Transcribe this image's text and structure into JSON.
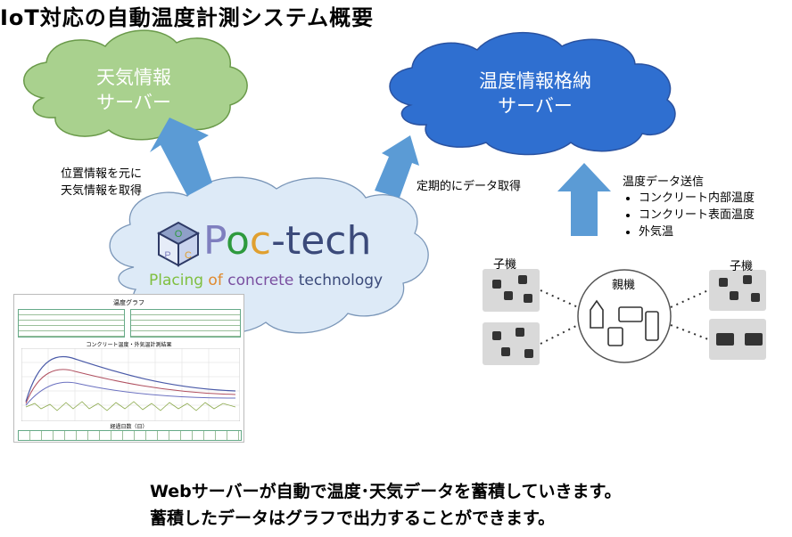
{
  "title": "IoT対応の自動温度計測システム概要",
  "weather_server": {
    "line1": "天気情報",
    "line2": "サーバー",
    "color": "#a9d18e"
  },
  "temp_server": {
    "line1": "温度情報格納",
    "line2": "サーバー",
    "color": "#2f6fd0"
  },
  "arrow_color": "#5b9bd5",
  "notes": {
    "weather_fetch_line1": "位置情報を元に",
    "weather_fetch_line2": "天気情報を取得",
    "periodic_fetch": "定期的にデータ取得",
    "send_title": "温度データ送信",
    "send_items": [
      "コンクリート内部温度",
      "コンクリート表面温度",
      "外気温"
    ]
  },
  "poc_tech": {
    "name_parts": [
      {
        "text": "P",
        "color": "#7f7fbf"
      },
      {
        "text": "o",
        "color": "#2e9a3e"
      },
      {
        "text": "c",
        "color": "#e0a030"
      },
      {
        "text": "-tech",
        "color": "#3b4a7a"
      }
    ],
    "tagline_parts": [
      {
        "text": "Placing",
        "color": "#7fbf3f"
      },
      {
        "text": " of ",
        "color": "#e08a2e"
      },
      {
        "text": "concrete",
        "color": "#7a4fa0"
      },
      {
        "text": " technology",
        "color": "#3b4a7a"
      }
    ],
    "logo_letters": [
      "P",
      "O",
      "C"
    ]
  },
  "devices": {
    "child_left_label": "子機",
    "parent_label": "親機",
    "child_right_label": "子機"
  },
  "graph_thumbnail": {
    "heading": "温度グラフ",
    "chart_title": "コンクリート温度・外気温計測結果",
    "xlabel": "経過日数（日）"
  },
  "footer": {
    "line1": "Webサーバーが自動で温度･天気データを蓄積していきます。",
    "line2": "蓄積したデータはグラフで出力することができます。"
  }
}
